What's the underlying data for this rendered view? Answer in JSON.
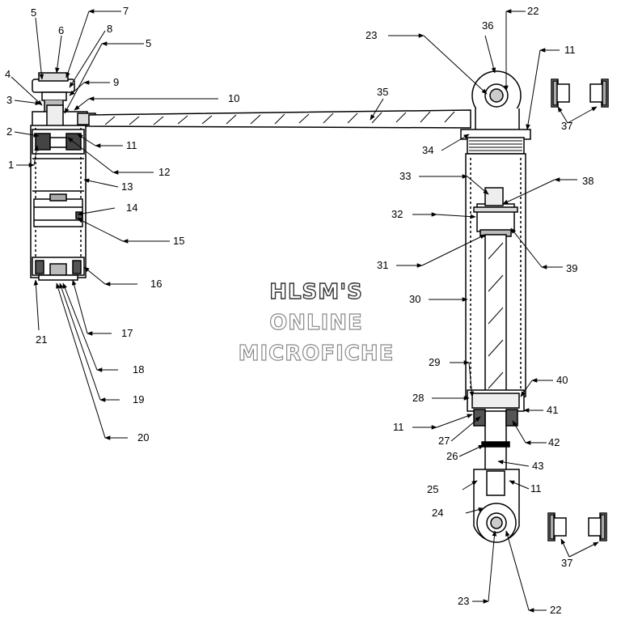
{
  "watermark": {
    "line1": "HLSM'S",
    "line2": "ONLINE",
    "line3": "MICROFICHE"
  },
  "callouts": {
    "c1": "1",
    "c2": "2",
    "c3": "3",
    "c4": "4",
    "c5a": "5",
    "c5b": "5",
    "c6": "6",
    "c7": "7",
    "c8": "8",
    "c9": "9",
    "c10": "10",
    "c11a": "11",
    "c11b": "11",
    "c11c": "11",
    "c11d": "11",
    "c12": "12",
    "c13": "13",
    "c14": "14",
    "c15": "15",
    "c16": "16",
    "c17": "17",
    "c18": "18",
    "c19": "19",
    "c20": "20",
    "c21": "21",
    "c22a": "22",
    "c22b": "22",
    "c23a": "23",
    "c23b": "23",
    "c24": "24",
    "c25": "25",
    "c26": "26",
    "c27": "27",
    "c28": "28",
    "c29": "29",
    "c30": "30",
    "c31": "31",
    "c32": "32",
    "c33": "33",
    "c34": "34",
    "c35": "35",
    "c36": "36",
    "c37a": "37",
    "c37b": "37",
    "c38": "38",
    "c39": "39",
    "c40": "40",
    "c41": "41",
    "c42": "42",
    "c43": "43"
  }
}
